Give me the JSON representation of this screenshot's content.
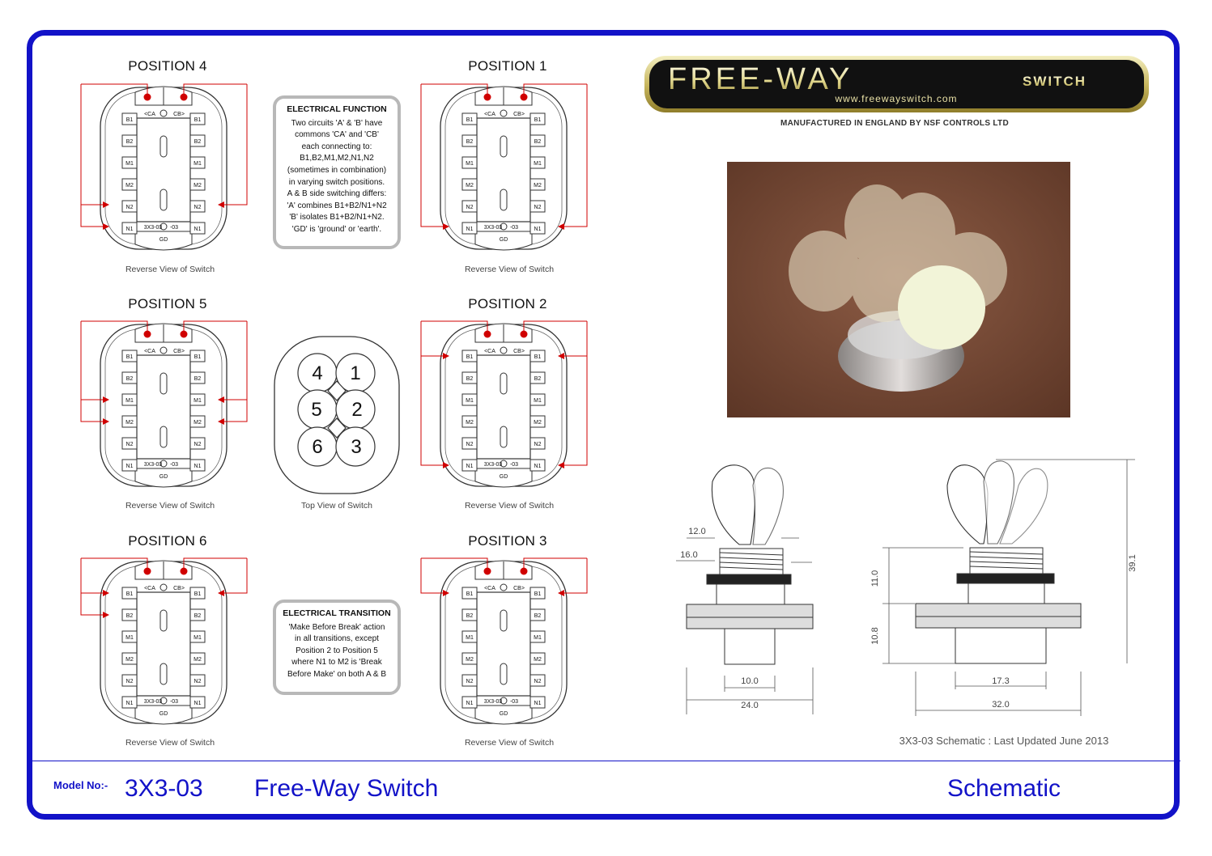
{
  "colors": {
    "brand_blue": "#1212c8",
    "wire_red": "#d00000",
    "box_grey": "#b8b8b8"
  },
  "positions": {
    "p4": {
      "title": "POSITION 4",
      "caption": "Reverse View of Switch"
    },
    "p1": {
      "title": "POSITION 1",
      "caption": "Reverse View of Switch"
    },
    "p5": {
      "title": "POSITION 5",
      "caption": "Reverse View of Switch"
    },
    "p2": {
      "title": "POSITION 2",
      "caption": "Reverse View of Switch"
    },
    "p6": {
      "title": "POSITION 6",
      "caption": "Reverse View of Switch"
    },
    "p3": {
      "title": "POSITION 3",
      "caption": "Reverse View of Switch"
    }
  },
  "pin_labels": {
    "ca": "<CA",
    "cb": "CB>",
    "b1": "B1",
    "b2": "B2",
    "m1": "M1",
    "m2": "M2",
    "n1": "N1",
    "n2": "N2",
    "gd": "GD",
    "part": "3X3-03"
  },
  "electrical_function": {
    "heading": "ELECTRICAL FUNCTION",
    "lines": [
      "Two circuits 'A' & 'B' have",
      "commons  'CA' and 'CB'",
      "each connecting to:",
      "B1,B2,M1,M2,N1,N2",
      "(sometimes in combination)",
      "in varying switch positions.",
      "A & B side switching differs:",
      "'A' combines B1+B2/N1+N2",
      "'B' isolates B1+B2/N1+N2.",
      "'GD' is 'ground' or 'earth'."
    ]
  },
  "electrical_transition": {
    "heading": "ELECTRICAL TRANSITION",
    "lines": [
      "'Make Before Break' action",
      "in all transitions, except",
      "Position 2 to Position 5",
      "where N1 to M2 is 'Break",
      "Before Make' on both A & B"
    ]
  },
  "top_view": {
    "caption": "Top View of Switch",
    "numbers": [
      "4",
      "1",
      "5",
      "2",
      "6",
      "3"
    ]
  },
  "logo": {
    "brand": "FREE-WAY",
    "suffix": "SWITCH",
    "url": "www.freewayswitch.com"
  },
  "manufacturer": "MANUFACTURED IN ENGLAND BY NSF CONTROLS LTD",
  "dimensions": {
    "left": {
      "lever_width": "12.0",
      "thread_width": "16.0",
      "body_width": "10.0",
      "plate_width": "24.0"
    },
    "right": {
      "thread_height": "11.0",
      "body_height": "10.8",
      "total_height": "39.1",
      "body_width": "17.3",
      "plate_width": "32.0"
    }
  },
  "revision": "3X3-03 Schematic : Last Updated June 2013",
  "footer": {
    "model_label": "Model No:-",
    "model_no": "3X3-03",
    "product": "Free-Way Switch",
    "doc_type": "Schematic"
  }
}
